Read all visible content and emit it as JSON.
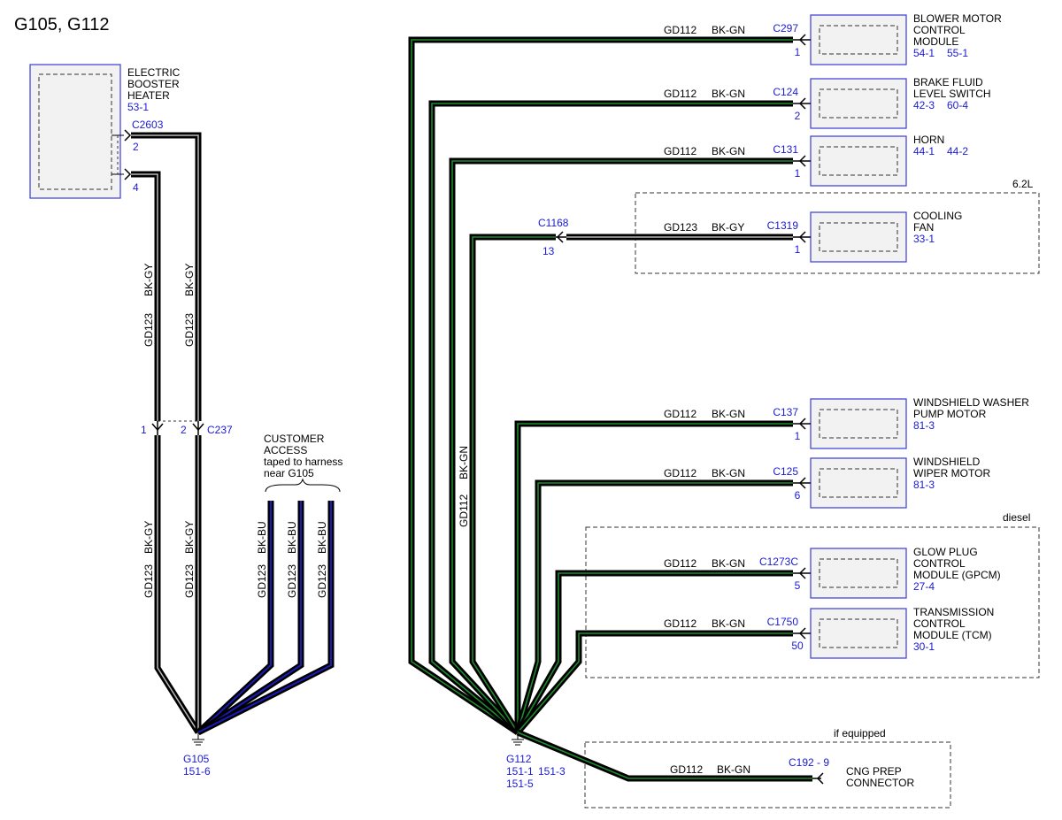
{
  "page_title": "G105, G112",
  "colors": {
    "connector_text": "#1a1ad6",
    "component_border": "#3a3ad6",
    "wire_bk_gn_stripe": "#1f8a2e",
    "wire_bk_gy_stripe": "#b8b8b8",
    "wire_bk_bu_stripe": "#1a1ab8"
  },
  "left": {
    "component": {
      "lines": [
        "ELECTRIC",
        "BOOSTER",
        "HEATER"
      ],
      "ref": "53-1",
      "connector": "C2603",
      "pin_a": "2",
      "pin_b": "4"
    },
    "inline_connector": {
      "name": "C237",
      "pin_a": "1",
      "pin_b": "2"
    },
    "wire_upper_a": {
      "circuit": "GD123",
      "color": "BK-GY"
    },
    "wire_upper_b": {
      "circuit": "GD123",
      "color": "BK-GY"
    },
    "wire_lower_a": {
      "circuit": "GD123",
      "color": "BK-GY"
    },
    "wire_lower_b": {
      "circuit": "GD123",
      "color": "BK-GY"
    },
    "customer_access": {
      "lines": [
        "CUSTOMER",
        "ACCESS",
        "taped to harness",
        "near G105"
      ],
      "wires": [
        {
          "circuit": "GD123",
          "color": "BK-BU"
        },
        {
          "circuit": "GD123",
          "color": "BK-BU"
        },
        {
          "circuit": "GD123",
          "color": "BK-BU"
        }
      ]
    },
    "ground": {
      "name": "G105",
      "ref": "151-6"
    }
  },
  "right": {
    "ground": {
      "name": "G112",
      "refs": [
        "151-1",
        "151-5",
        "151-3"
      ]
    },
    "branches": [
      {
        "circuit": "GD112",
        "color": "BK-GN",
        "connector": "C297",
        "pin": "1",
        "lines": [
          "BLOWER MOTOR",
          "CONTROL",
          "MODULE"
        ],
        "refs": [
          "54-1",
          "55-1"
        ]
      },
      {
        "circuit": "GD112",
        "color": "BK-GN",
        "connector": "C124",
        "pin": "2",
        "lines": [
          "BRAKE FLUID",
          "LEVEL SWITCH"
        ],
        "refs": [
          "42-3",
          "60-4"
        ]
      },
      {
        "circuit": "GD112",
        "color": "BK-GN",
        "connector": "C131",
        "pin": "1",
        "lines": [
          "HORN"
        ],
        "refs": [
          "44-1",
          "44-2"
        ]
      },
      {
        "circuit": "GD123",
        "color": "BK-GY",
        "connector": "C1319",
        "pin": "1",
        "lines": [
          "COOLING",
          "FAN"
        ],
        "refs": [
          "33-1"
        ]
      },
      {
        "circuit": "GD112",
        "color": "BK-GN",
        "connector": "C137",
        "pin": "1",
        "lines": [
          "WINDSHIELD WASHER",
          "PUMP MOTOR"
        ],
        "refs": [
          "81-3"
        ]
      },
      {
        "circuit": "GD112",
        "color": "BK-GN",
        "connector": "C125",
        "pin": "6",
        "lines": [
          "WINDSHIELD",
          "WIPER MOTOR"
        ],
        "refs": [
          "81-3"
        ]
      },
      {
        "circuit": "GD112",
        "color": "BK-GN",
        "connector": "C1273C",
        "pin": "5",
        "lines": [
          "GLOW PLUG",
          "CONTROL",
          "MODULE (GPCM)"
        ],
        "refs": [
          "27-4"
        ]
      },
      {
        "circuit": "GD112",
        "color": "BK-GN",
        "connector": "C1750",
        "pin": "50",
        "lines": [
          "TRANSMISSION",
          "CONTROL",
          "MODULE (TCM)"
        ],
        "refs": [
          "30-1"
        ]
      }
    ],
    "fan_inline": {
      "connector": "C1168",
      "pin": "13"
    },
    "trunk_wire": {
      "circuit": "GD112",
      "color": "BK-GN"
    },
    "options": {
      "engine": "6.2L",
      "diesel": "diesel",
      "if_equipped": "if equipped"
    },
    "cng": {
      "circuit": "GD112",
      "color": "BK-GN",
      "connector": "C192 - 9",
      "lines": [
        "CNG PREP",
        "CONNECTOR"
      ]
    }
  }
}
